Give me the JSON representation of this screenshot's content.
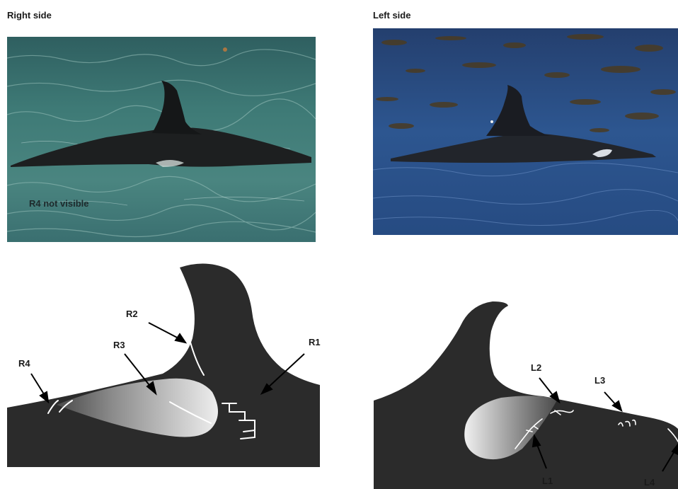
{
  "right_side": {
    "title": "Right side",
    "photo_note": "R4 not visible",
    "scar_labels": {
      "r1": "R1",
      "r2": "R2",
      "r3": "R3",
      "r4": "R4"
    }
  },
  "left_side": {
    "title": "Left side",
    "scar_labels": {
      "l1": "L1",
      "l2": "L2",
      "l3": "L3",
      "l4": "L4"
    }
  },
  "colors": {
    "whale_body": "#2b2b2b",
    "saddle_patch_light": "#e8e8e8",
    "saddle_patch_dark": "#4a4a4a",
    "scar_line": "#ffffff",
    "sea_green": "#3f7a78",
    "sea_blue": "#2c4f86"
  }
}
